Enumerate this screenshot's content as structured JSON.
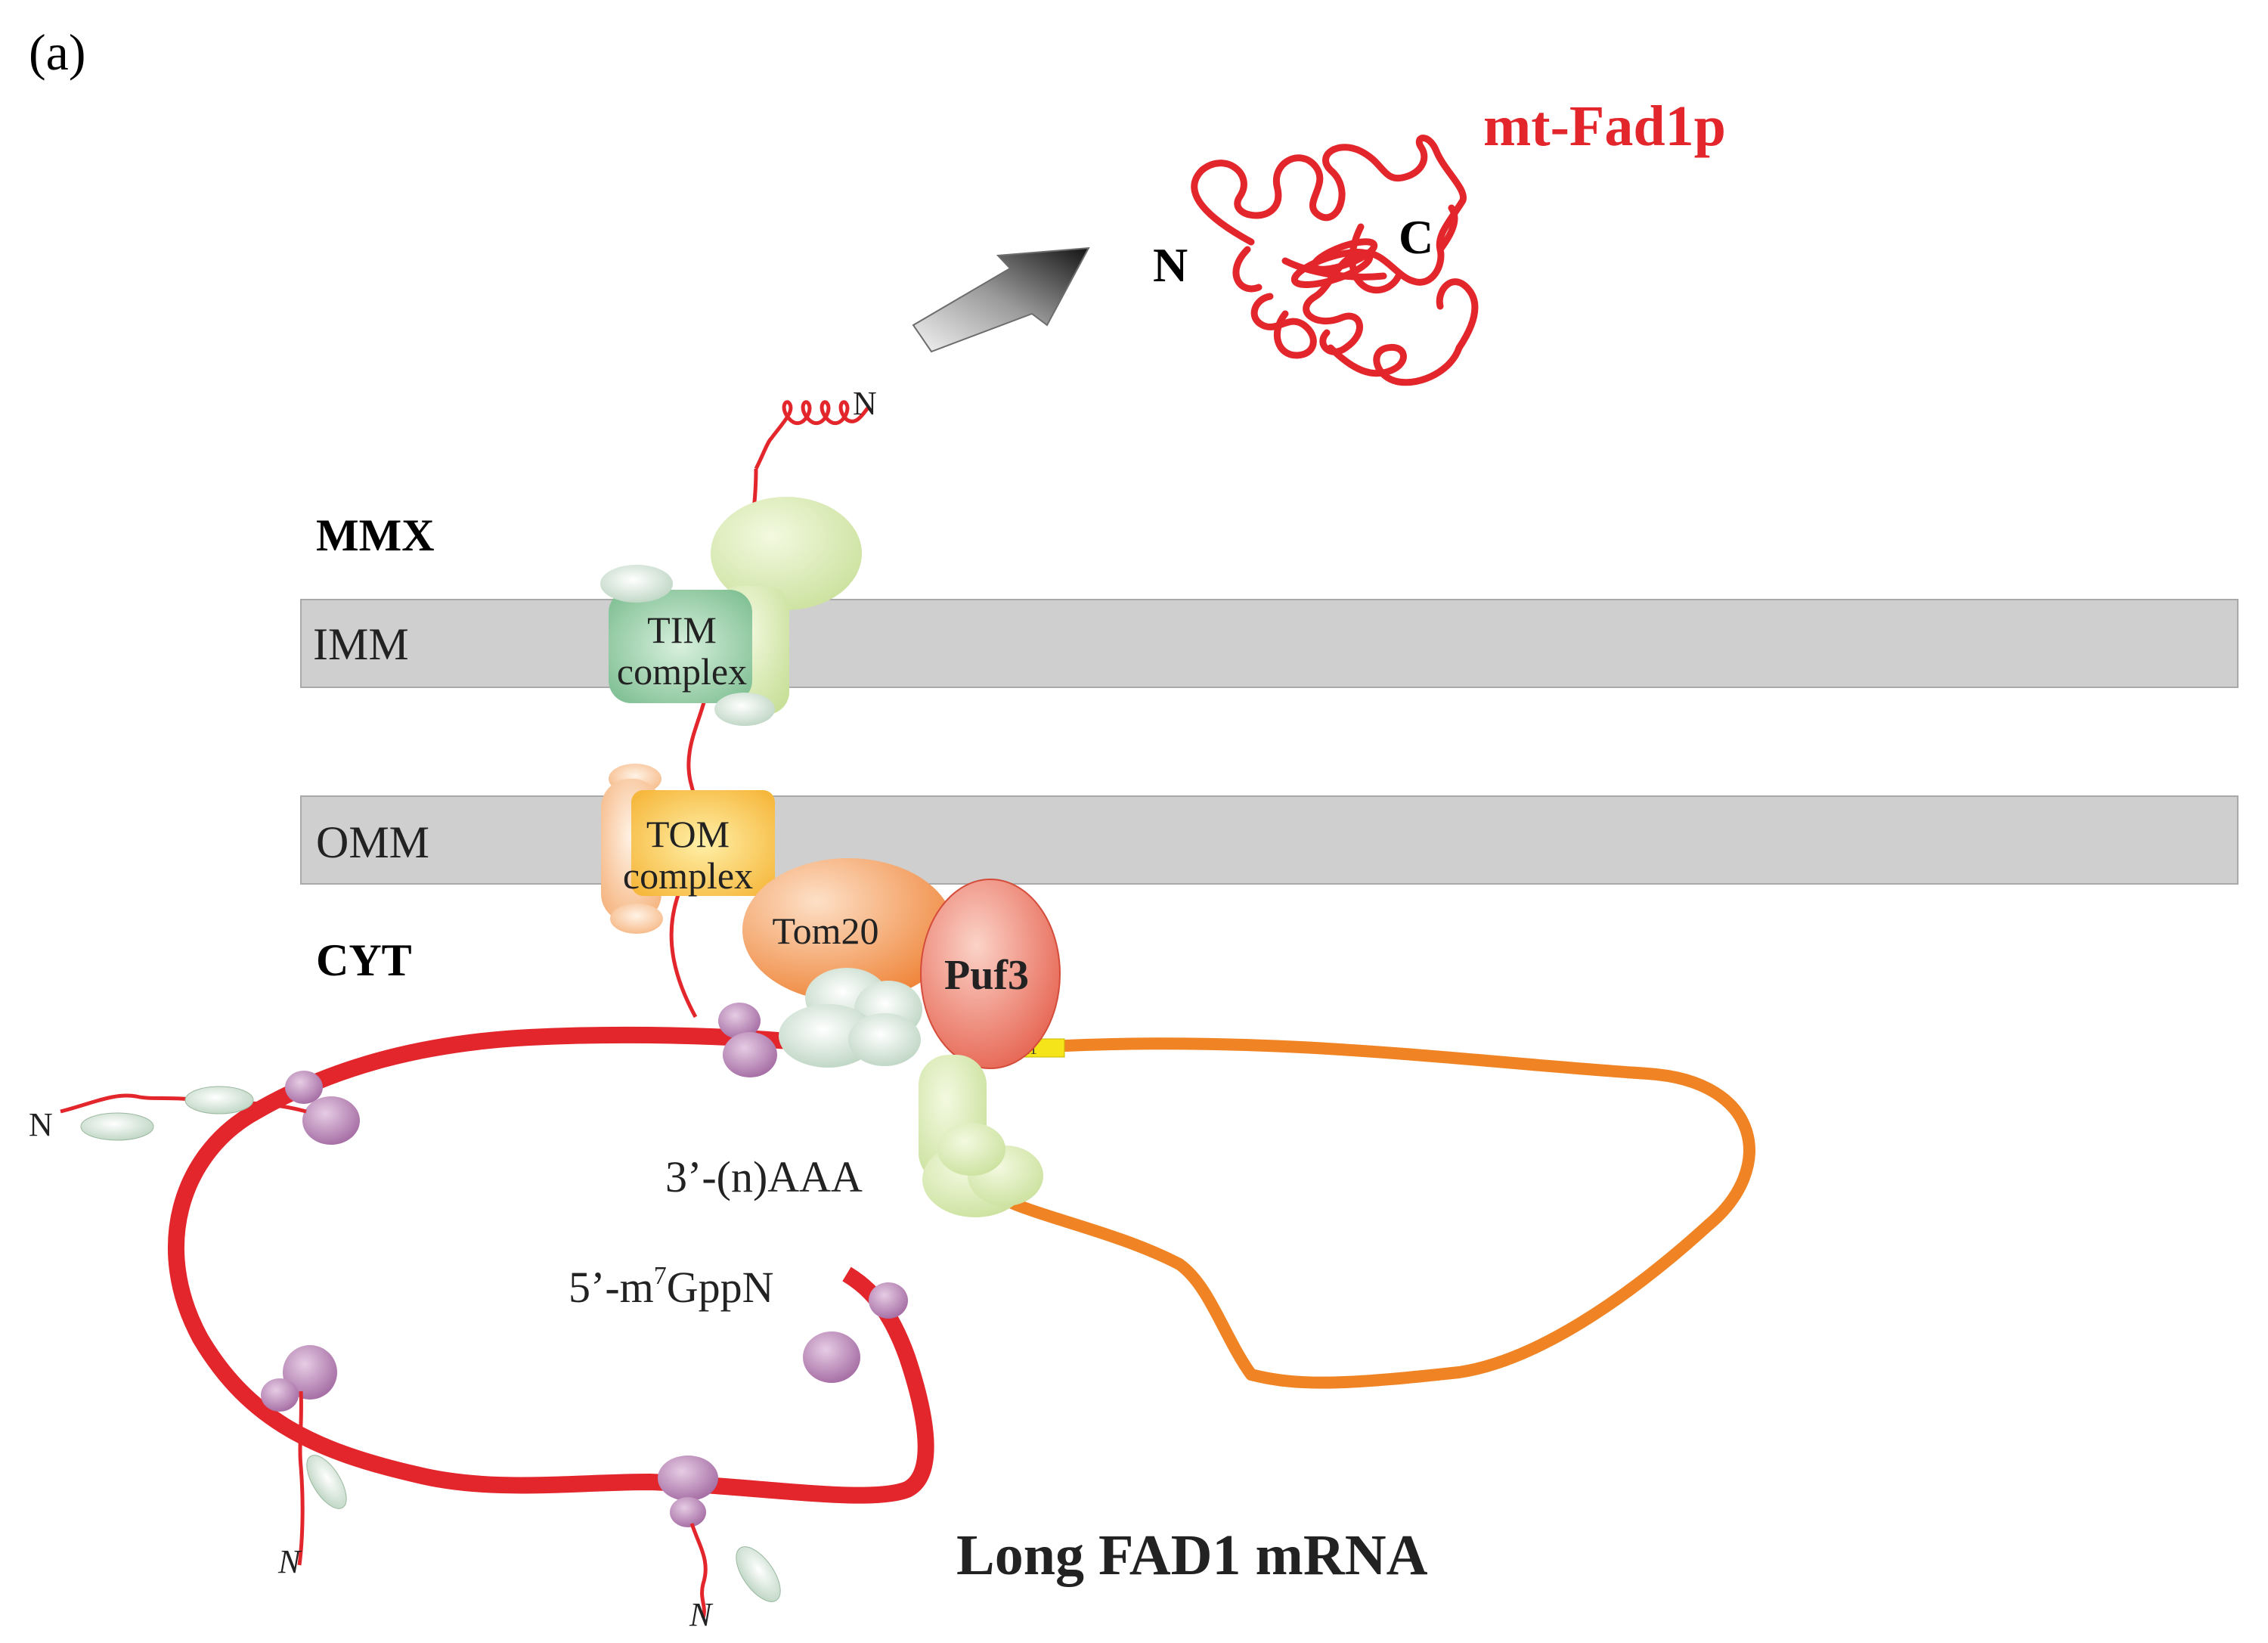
{
  "panel_label": "(a)",
  "labels": {
    "protein": "mt-Fad1p",
    "protein_n": "N",
    "protein_c": "C",
    "mmx": "MMX",
    "imm": "IMM",
    "omm": "OMM",
    "cyt": "CYT",
    "tim_line1": "TIM",
    "tim_line2": "complex",
    "tom_line1": "TOM",
    "tom_line2": "complex",
    "tom20": "Tom20",
    "puf3": "Puf3",
    "m1": "M1",
    "poly_a": "3’-(n)AAA",
    "cap_prefix": "5’-m",
    "cap_sup": "7",
    "cap_suffix": "GppN",
    "title": "Long FAD1 mRNA",
    "chain_n_top": "N",
    "chain_n_left": "N",
    "chain_n_bottom1": "N",
    "chain_n_bottom2": "N"
  },
  "colors": {
    "mrna_red": "#e3262b",
    "mrna_orange": "#f08424",
    "protein_red": "#e3262b",
    "membrane_gray": "#cfcfcf",
    "ribosome_purple": "#b882b6",
    "tim_green": "#8fcaa2",
    "tom_yellow": "#fbbf45",
    "tom20_orange": "#f08a3c",
    "puf3_salmon": "#ee7563",
    "lime": "#d3e6a6",
    "m1_yellow": "#f5e41a"
  }
}
